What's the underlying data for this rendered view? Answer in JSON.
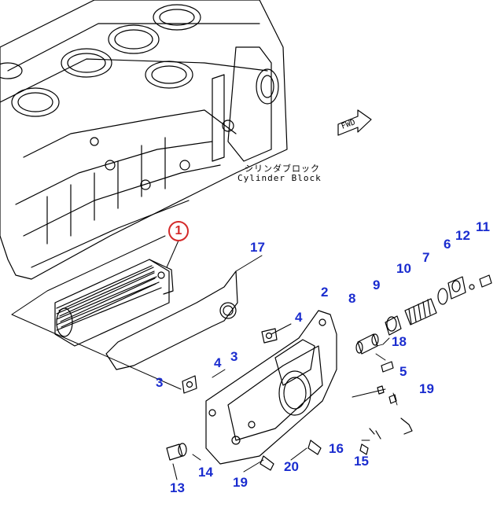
{
  "diagram": {
    "main_part_number": "1",
    "cylinder_block_label_jp": "シリンダブロック",
    "cylinder_block_label_en": "Cylinder Block",
    "fwd_label": "FWD",
    "callout_color": "#1a2ccf",
    "main_marker_color": "#d42a2a",
    "callouts": {
      "c17": "17",
      "c2": "2",
      "c4_upper": "4",
      "c3_upper": "3",
      "c4_lower": "4",
      "c3_lower": "3",
      "c8": "8",
      "c9": "9",
      "c10": "10",
      "c7": "7",
      "c6": "6",
      "c12": "12",
      "c11": "11",
      "c18": "18",
      "c5": "5",
      "c19_right": "19",
      "c16": "16",
      "c15": "15",
      "c20": "20",
      "c19_bottom": "19",
      "c14": "14",
      "c13": "13"
    }
  }
}
